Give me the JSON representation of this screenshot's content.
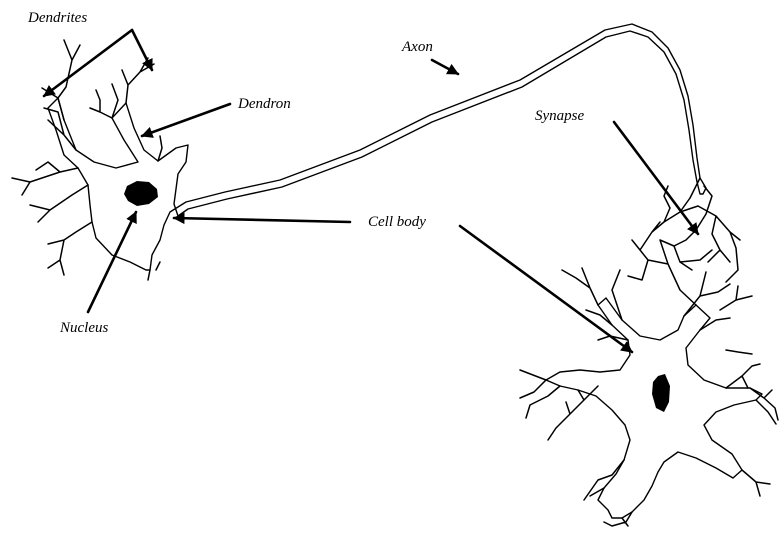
{
  "labels": {
    "dendrites": "Dendrites",
    "axon": "Axon",
    "dendron": "Dendron",
    "synapse": "Synapse",
    "cell_body": "Cell body",
    "nucleus": "Nucleus"
  },
  "colors": {
    "ink": "#000000",
    "background": "#ffffff"
  }
}
